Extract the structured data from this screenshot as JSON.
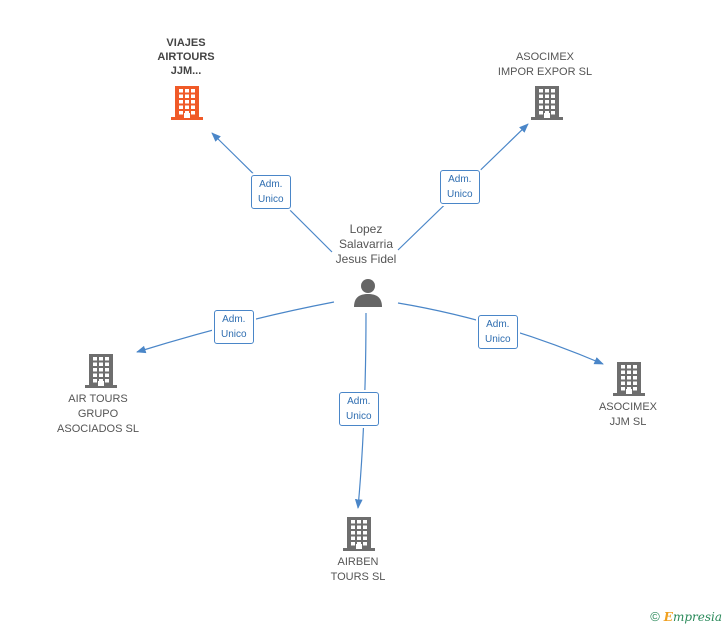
{
  "center": {
    "name_lines": [
      "Lopez",
      "Salavarria",
      "Jesus Fidel"
    ],
    "icon": "person-icon"
  },
  "relation_label": {
    "line1": "Adm.",
    "line2": "Unico"
  },
  "companies": [
    {
      "id": "viajes",
      "lines": [
        "VIAJES",
        "AIRTOURS",
        "JJM..."
      ],
      "highlight": true,
      "icon": "building-icon"
    },
    {
      "id": "asocimex-impor",
      "lines": [
        "ASOCIMEX",
        "IMPOR EXPOR SL"
      ],
      "highlight": false,
      "icon": "building-icon"
    },
    {
      "id": "air-tours",
      "lines": [
        "AIR TOURS",
        "GRUPO",
        "ASOCIADOS SL"
      ],
      "highlight": false,
      "icon": "building-icon"
    },
    {
      "id": "asocimex-jjm",
      "lines": [
        "ASOCIMEX",
        "JJM SL"
      ],
      "highlight": false,
      "icon": "building-icon"
    },
    {
      "id": "airben",
      "lines": [
        "AIRBEN",
        "TOURS SL"
      ],
      "highlight": false,
      "icon": "building-icon"
    }
  ],
  "colors": {
    "highlight": "#f05a28",
    "building": "#6e6e6e",
    "edge": "#4a86c8",
    "person": "#666666"
  },
  "footer": {
    "copyright": "©",
    "brand_e": "E",
    "brand_rest": "mpresia"
  }
}
